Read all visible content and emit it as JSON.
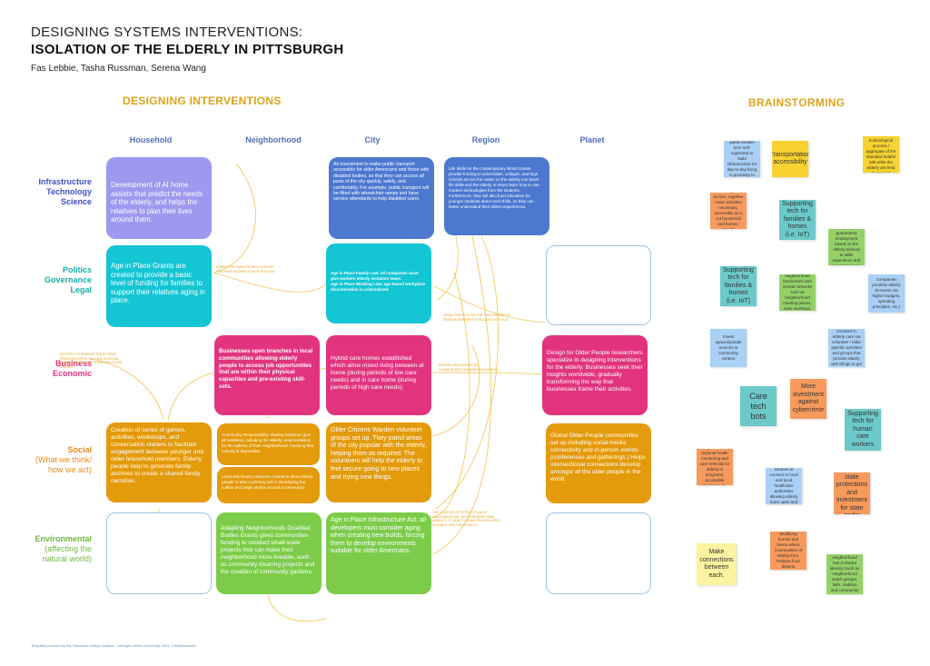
{
  "title": {
    "line1": "DESIGNING SYSTEMS INTERVENTIONS:",
    "line2": "ISOLATION OF THE ELDERLY IN PITTSBURGH",
    "authors": "Fas Lebbie, Tasha Russman, Serena Wang"
  },
  "sections": {
    "interventions": "DESIGNING INTERVENTIONS",
    "brainstorming": "BRAINSTORMING"
  },
  "columns": [
    "Household",
    "Neighborhood",
    "City",
    "Region",
    "Planet"
  ],
  "rows": {
    "infrastructure": "Infrastructure\nTechnology\nScience",
    "politics": "Politics\nGovernance\nLegal",
    "business": "Business\nEconomic",
    "social_1": "Social",
    "social_2": "(What we think/\nhow we act)",
    "environmental_1": "Environmental",
    "environmental_2": "(affecting the\nnatural world)"
  },
  "colors": {
    "purple": "#9d99ee",
    "blue": "#4c78d0",
    "teal": "#14c5d4",
    "pink": "#e2347e",
    "orange": "#e39a0b",
    "green": "#7ccc4a",
    "accent_yellow": "#e0a21a"
  },
  "cards": {
    "h_infra": "Development of AI home assists that predict the needs of the elderly, and helps the relatives to plan their lives around them.",
    "c_infra": "An investment to make public transport accessible for older Americans and those with disabled bodies, so that they can access all parts of the city quickly, safely, and comfortably. For example, public transport will be fitted with wheelchair ramps and have service attendants to help disabled users.",
    "r_infra": "Life Skills for the Contemporary World Grants provide funding to universities, colleges, and high schools across the nation so the elderly can teach life skills and the elderly in return learn how to use modern technologies from the students. Furthermore, they will also fund education for younger students about end-of-life, so they can better understand their elders experiences.",
    "h_pol": "Age in Place Grants are created to provide a basic level of funding for families to support their relatives aging in place.",
    "c_pol": "Age in Place Family Law: all companies must give workers elderly visitation leave.\nAge in Place Working Law: age-based workplace discrimination is criminalized.",
    "n_bus": "Businesses open branches in local communities allowing elderly people to access job opportunities that are within their physical capacities and pre-existing skill-sets.",
    "c_bus": "Hybrid care homes established which allow mixed living between at home (during periods of low care needs) and in care home (during periods of high care needs).",
    "p_bus": "Design for Older People researchers specialize in designing interventions for the elderly. Businesses seek their insights worldwide, gradually transforming the way that businesses frame their activities.",
    "h_soc": "Creation of series of games, activities, workshops, and conversation starters to facilitate engagement between younger and older household members. Elderly people help to generate family archives to create a shared family narrative.",
    "n_soc1": "Community Responsibility Sharing Schemes give all residents, including the elderly, responsibilities for the upkeep of their neighborhood, meaning that nobody is disposable.",
    "n_soc2": "Local oral history networks created to allow elderly people to take a primary role in developing the culture and origin stories around a community.",
    "c_soc": "Older Citizens Warden volunteer groups set up. They patrol areas of the city popular with the elderly, helping them as required. The volunteers will help the elderly to feel secure going to new places and trying new things.",
    "p_soc": "Global Older People communities set up including social media connectivity and in-person events (conferences and gatherings.) Helps intersectional connections develop amongst all the older people in the world.",
    "n_env": "Adapting Neighborhoods Disabled Bodies Grants gives communities funding to conduct small-scale projects that can make their neighborhood more liveable, such as community cleaning projects and the creation of community gardens.",
    "c_env": "Age in Place Infrastructure Act: all developers must consider aging when creating new builds, forcing them to develop environments suitable for older Americans."
  },
  "notes": {
    "n1": "FUNDS FOR FAMILIES WHO CHOOSE FOR THEIR ELDERS TO AGE IN PLACE",
    "n2": "LEGAL PROTECTION FOR THE ELDERLY TO REMOVE BARRIERS FOR AGING IN PLACE",
    "n3": "EFFORTS TO REMOVE THE ELDERLY FROM ISOLATION, INCLUDE IN SOCIAL COMMUNITY, WHERE THEIR SKILLS ARE VALUED",
    "n4": "SHARED AND FOSTER ALL COMMUNITIES TOWARDS AN ELDERLY",
    "n5": "THE CLUSTER OF EFFORTS WHICH ENCOURAGE AND INTERGENERATIONAL MOBILITY TO ADAPT URBAN SPACES MORE SUITABLE FOR THE ELDERLY"
  },
  "stickies": {
    "s1": "Private and public entities form self-organised to build infrastructure for day-to-day living in proximity to place",
    "s2": "Transportation accessibility",
    "s3": "Tech aids for technological process / aggregate of the standard helpful talk while the elderly are held in account",
    "s4": "Community-based right of access: together make activities necessary, accessible as a cut household and homes, provide assistance",
    "s5": "Supporting tech for families & homes (i.e. IoT)",
    "s6": "Policies that are empathy-guaranteed employment based on the elderly tailored to skills experience and economy / pay equity",
    "s7": "Supporting tech for families & homes (i.e. IoT)",
    "s8": "Fund policy to local neighborhood businesses and mental networks such as neighborhood meeting places, town meetings, and community spaces",
    "s9": "Companies prioritize elderly at events via higher budgets, operating principles, etc.)",
    "s10": "Invest spaces/private sources in community centers",
    "s11": "getting more community members involved in elderly care via volunteer / elder specific activities and groups that provide elderly with things to get support and to feel needed and accounted for",
    "s12": "Care tech bots",
    "s13": "More investment against cybercrime",
    "s14": "Supporting tech for human care workers",
    "s15": "Intergenerational regional health monitoring and care referrals for elderly to programs, accessible transport, etc.",
    "s16": "Public support platforms and local authority sources to connect to local and local healthcare authorities allowing elderly more open and mobile lifestyles wherever they choose to live",
    "s17": "Better state protections and investment for state parks",
    "s18": "Modifying homes and towns where communities of elderly form. Reduce food deserts",
    "s19": "Make connections between each.",
    "s20": "Everyone in the neighborhood has a shared identity (such as neighborhood watch groups, faith, tradition and community values)"
  },
  "footer": "Template provided by the Transition Design Institute, Carnegie Mellon University, 2021. CreateNewsoft"
}
